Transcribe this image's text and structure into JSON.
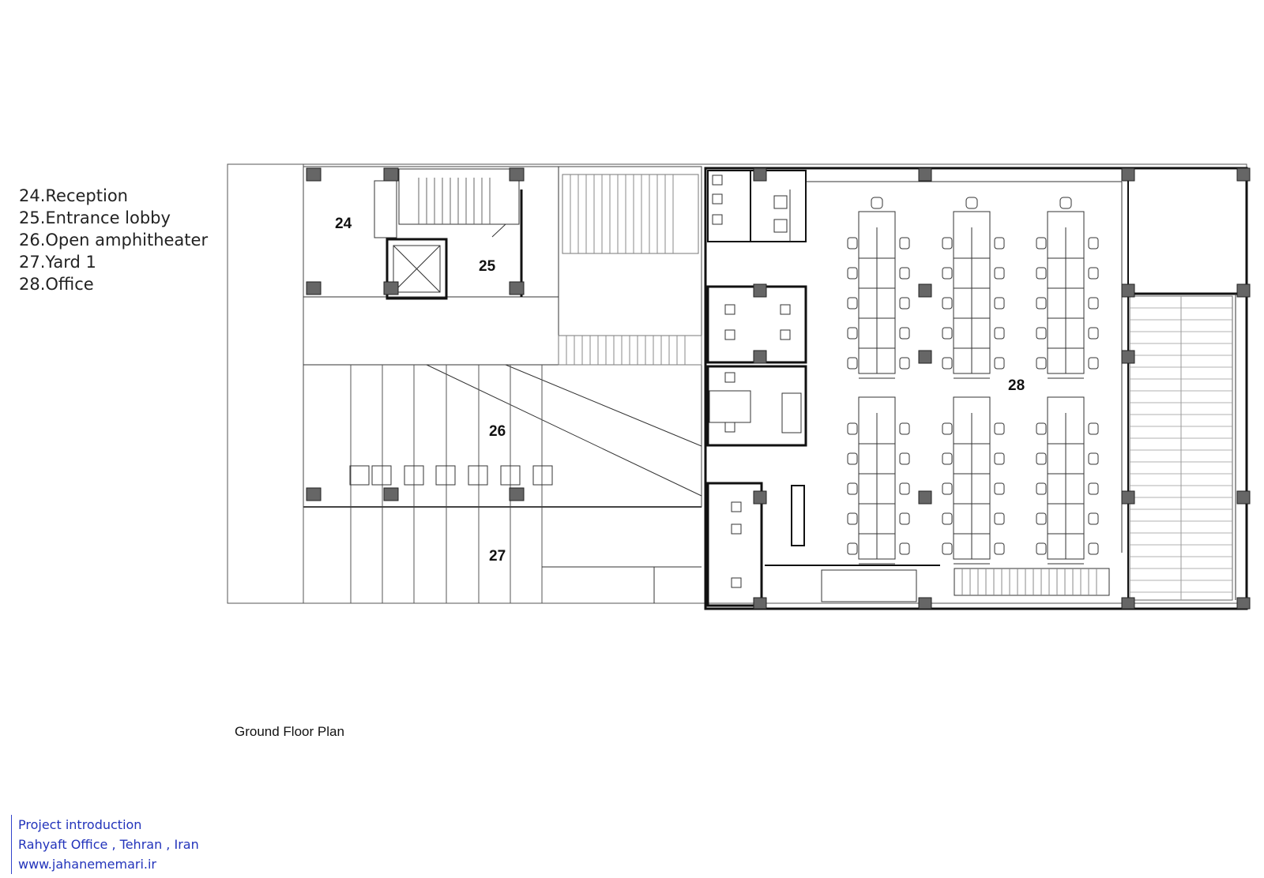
{
  "legend": {
    "items": [
      "24.Reception",
      "25.Entrance lobby",
      "26.Open amphitheater",
      "27.Yard 1",
      "28.Office"
    ]
  },
  "plan": {
    "room_numbers": [
      "24",
      "25",
      "26",
      "27",
      "28"
    ]
  },
  "caption": "Ground Floor Plan",
  "credits": {
    "line1": "Project introduction",
    "line2": "Rahyaft Office , Tehran , Iran",
    "line3": "www.jahanememari.ir"
  }
}
